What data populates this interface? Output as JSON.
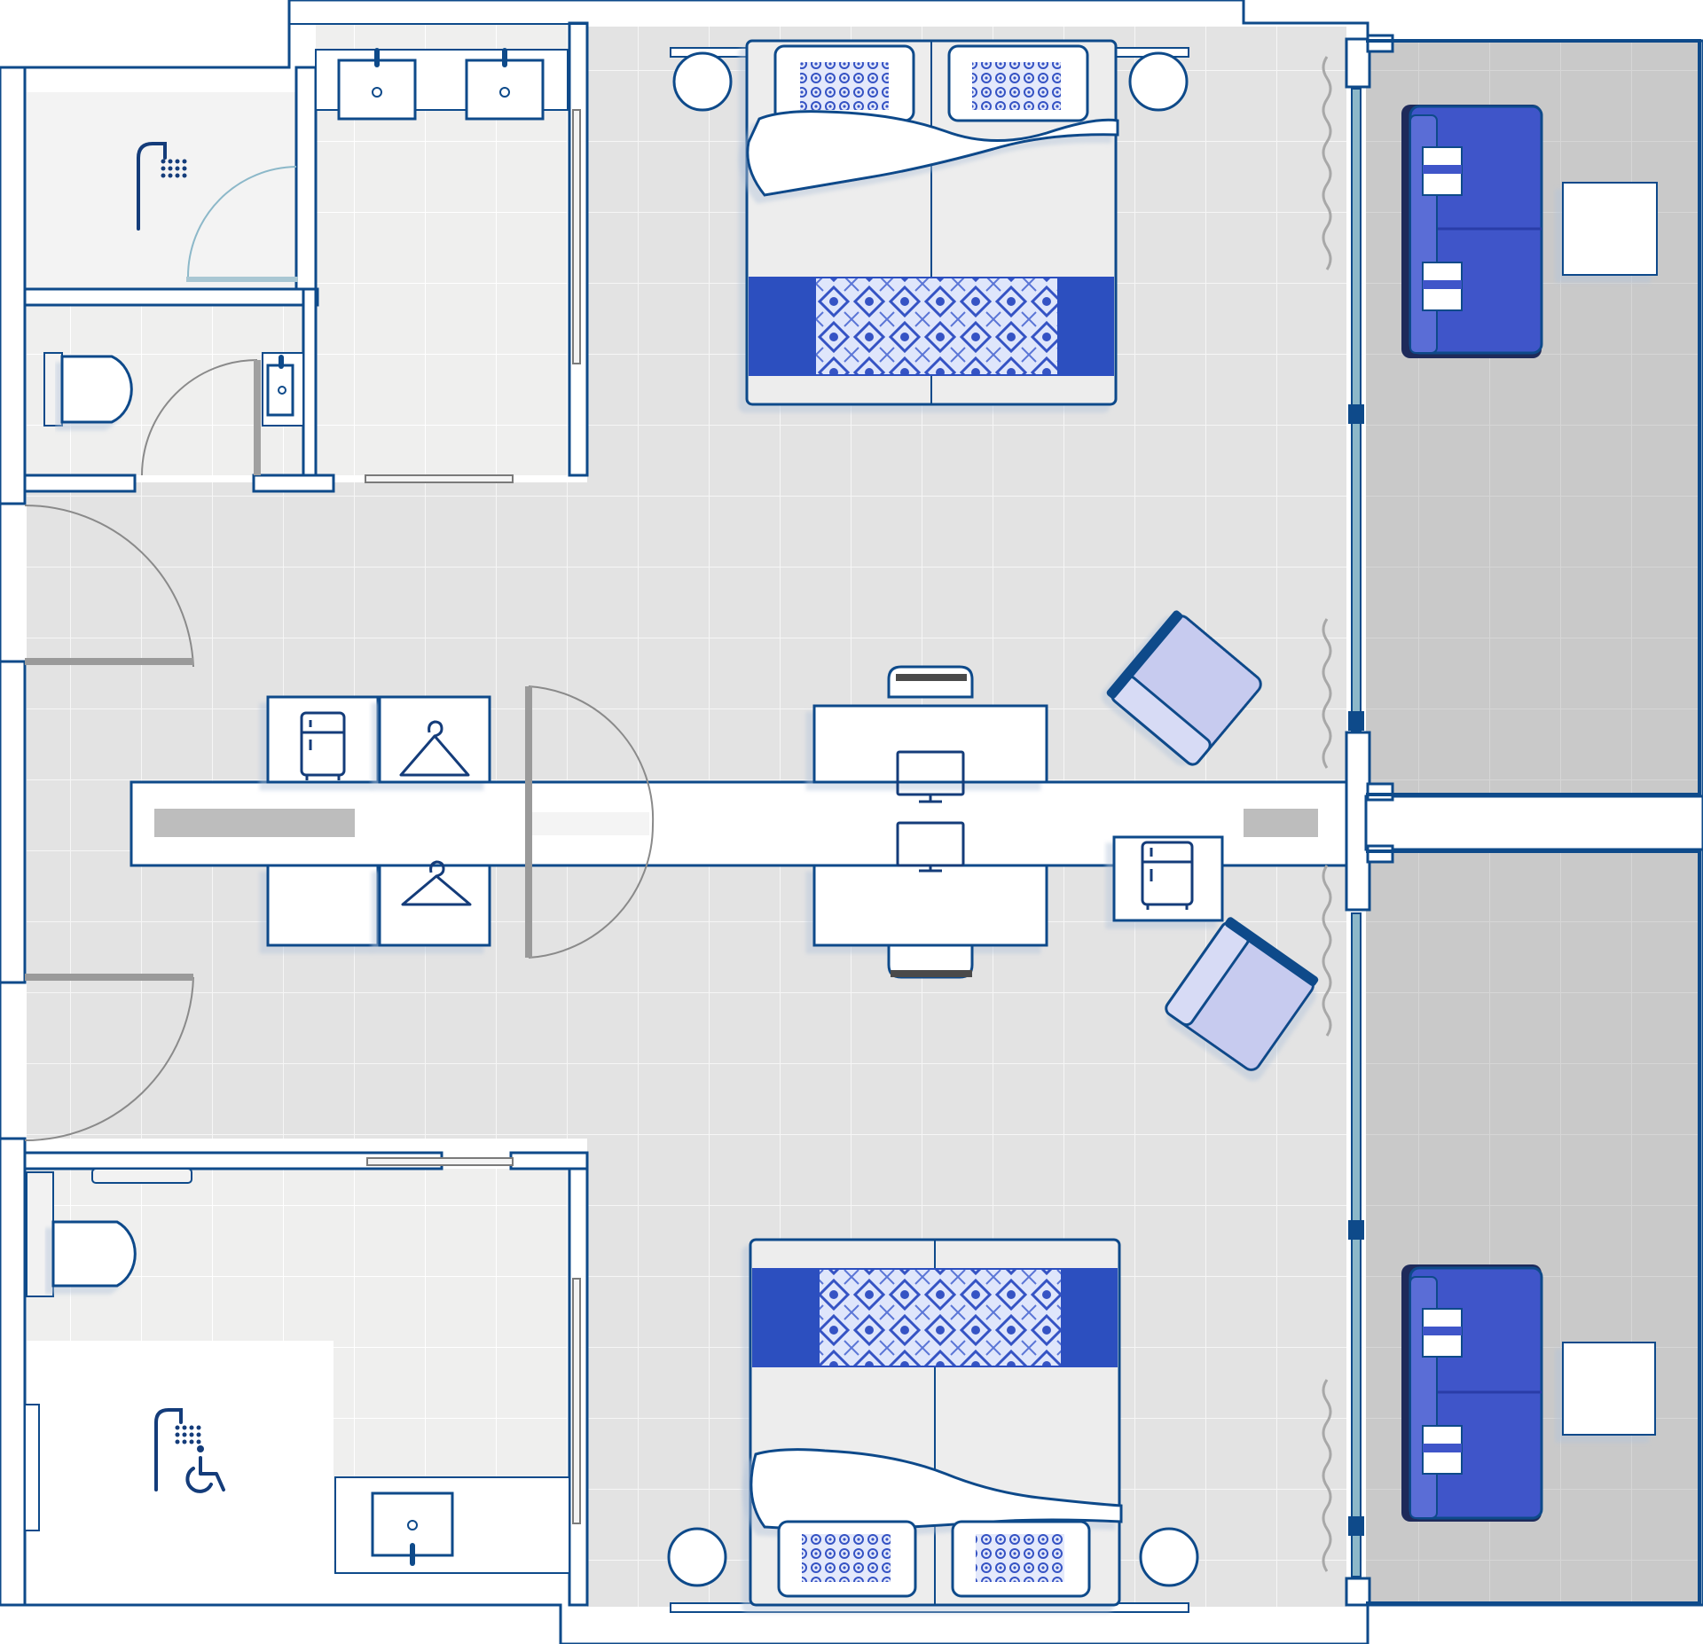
{
  "colors": {
    "wall_outline": "#0e4a8a",
    "wall_fill": "#ffffff",
    "floor_room": "#e3e3e3",
    "floor_bath": "#efefee",
    "balcony": "#c8c8c8",
    "grid_line": "#ffffff",
    "bed_runner": "#2c4fbf",
    "sofa": "#3f55c9",
    "armchair": "#c7cbef",
    "icon_blue": "#143c7a",
    "glass": "#8cb8c9"
  },
  "icons": [
    "shower-icon",
    "accessible-shower-icon",
    "wheelchair-icon",
    "hanger-icon",
    "minifridge-icon",
    "monitor-icon",
    "toilet-icon",
    "sink-icon"
  ],
  "rooms": [
    "bedroom-north",
    "bedroom-south",
    "bathroom-north",
    "bathroom-south-accessible",
    "balcony-north",
    "balcony-south",
    "entry-hall"
  ]
}
